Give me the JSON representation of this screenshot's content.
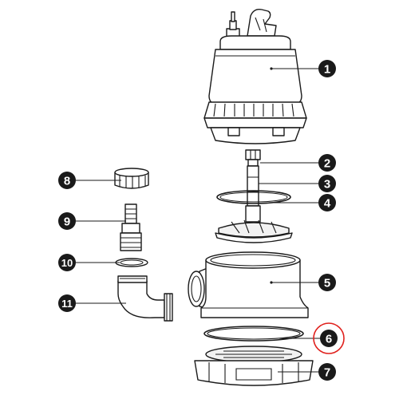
{
  "callouts": [
    {
      "label": "1"
    },
    {
      "label": "2"
    },
    {
      "label": "3"
    },
    {
      "label": "4"
    },
    {
      "label": "5"
    },
    {
      "label": "6",
      "highlighted": true
    },
    {
      "label": "7"
    },
    {
      "label": "8"
    },
    {
      "label": "9"
    },
    {
      "label": "10"
    },
    {
      "label": "11"
    }
  ],
  "colors": {
    "callout_fill": "#1a1a1a",
    "callout_text": "#ffffff",
    "line": "#1a1a1a",
    "highlight_ring": "#e0201c",
    "background": "#ffffff"
  }
}
